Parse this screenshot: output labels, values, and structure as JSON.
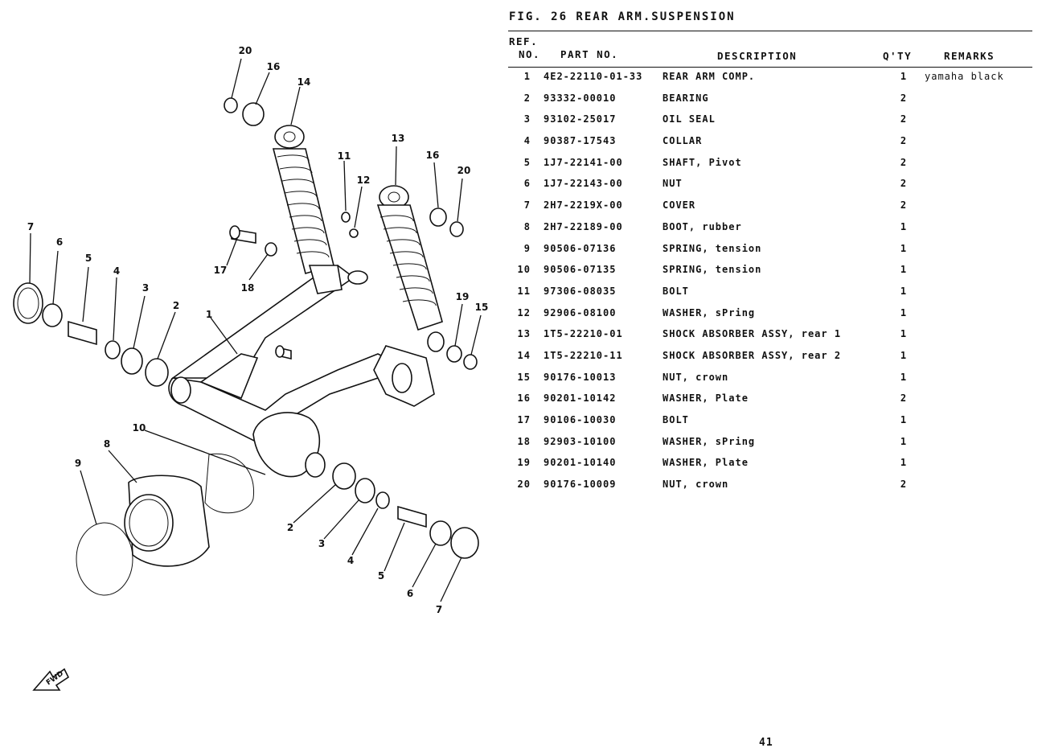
{
  "figure_title": "FIG. 26  REAR ARM.SUSPENSION",
  "columns": {
    "ref_line1": "REF.",
    "ref_line2": "NO.",
    "part_no": "PART NO.",
    "description": "DESCRIPTION",
    "qty": "Q'TY",
    "remarks": "REMARKS"
  },
  "rows": [
    {
      "ref": "1",
      "part_no": "4E2-22110-01-33",
      "description": "REAR ARM COMP.",
      "qty": "1",
      "remarks": "yamaha black"
    },
    {
      "ref": "2",
      "part_no": "93332-00010",
      "description": "BEARING",
      "qty": "2",
      "remarks": ""
    },
    {
      "ref": "3",
      "part_no": "93102-25017",
      "description": "OIL SEAL",
      "qty": "2",
      "remarks": ""
    },
    {
      "ref": "4",
      "part_no": "90387-17543",
      "description": "COLLAR",
      "qty": "2",
      "remarks": ""
    },
    {
      "ref": "5",
      "part_no": "1J7-22141-00",
      "description": "SHAFT, Pivot",
      "qty": "2",
      "remarks": ""
    },
    {
      "ref": "6",
      "part_no": "1J7-22143-00",
      "description": "NUT",
      "qty": "2",
      "remarks": ""
    },
    {
      "ref": "7",
      "part_no": "2H7-2219X-00",
      "description": "COVER",
      "qty": "2",
      "remarks": ""
    },
    {
      "ref": "8",
      "part_no": "2H7-22189-00",
      "description": "BOOT, rubber",
      "qty": "1",
      "remarks": ""
    },
    {
      "ref": "9",
      "part_no": "90506-07136",
      "description": "SPRING, tension",
      "qty": "1",
      "remarks": ""
    },
    {
      "ref": "10",
      "part_no": "90506-07135",
      "description": "SPRING, tension",
      "qty": "1",
      "remarks": ""
    },
    {
      "ref": "11",
      "part_no": "97306-08035",
      "description": "BOLT",
      "qty": "1",
      "remarks": ""
    },
    {
      "ref": "12",
      "part_no": "92906-08100",
      "description": "WASHER, sPring",
      "qty": "1",
      "remarks": ""
    },
    {
      "ref": "13",
      "part_no": "1T5-22210-01",
      "description": "SHOCK ABSORBER ASSY, rear 1",
      "qty": "1",
      "remarks": ""
    },
    {
      "ref": "14",
      "part_no": "1T5-22210-11",
      "description": "SHOCK ABSORBER ASSY, rear 2",
      "qty": "1",
      "remarks": ""
    },
    {
      "ref": "15",
      "part_no": "90176-10013",
      "description": "NUT, crown",
      "qty": "1",
      "remarks": ""
    },
    {
      "ref": "16",
      "part_no": "90201-10142",
      "description": "WASHER, Plate",
      "qty": "2",
      "remarks": ""
    },
    {
      "ref": "17",
      "part_no": "90106-10030",
      "description": "BOLT",
      "qty": "1",
      "remarks": ""
    },
    {
      "ref": "18",
      "part_no": "92903-10100",
      "description": "WASHER, sPring",
      "qty": "1",
      "remarks": ""
    },
    {
      "ref": "19",
      "part_no": "90201-10140",
      "description": "WASHER, Plate",
      "qty": "1",
      "remarks": ""
    },
    {
      "ref": "20",
      "part_no": "90176-10009",
      "description": "NUT, crown",
      "qty": "2",
      "remarks": ""
    }
  ],
  "diagram": {
    "callouts": [
      "20",
      "16",
      "14",
      "11",
      "12",
      "13",
      "16",
      "20",
      "7",
      "6",
      "5",
      "4",
      "3",
      "2",
      "17",
      "18",
      "1",
      "19",
      "15",
      "10",
      "8",
      "9",
      "2",
      "3",
      "4",
      "5",
      "6",
      "7"
    ],
    "fwd_label": "FWD"
  },
  "page_number": "41"
}
